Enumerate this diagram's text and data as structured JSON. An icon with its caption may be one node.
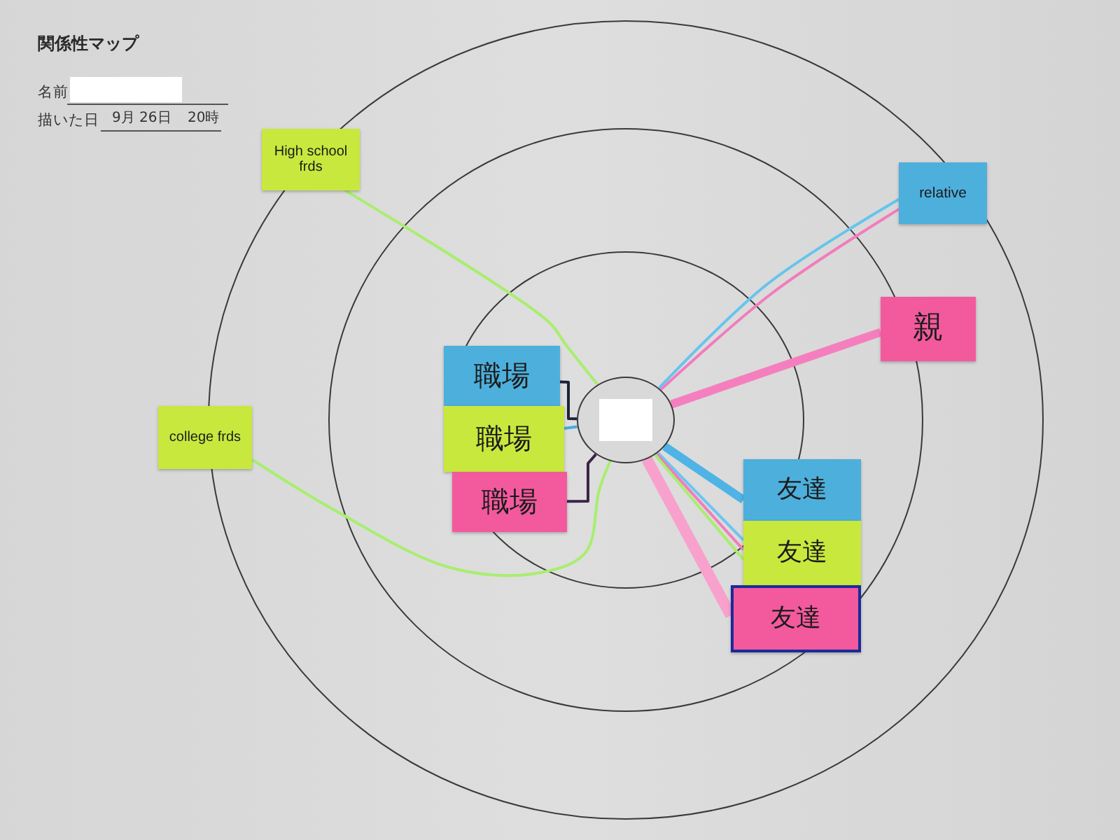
{
  "diagram": {
    "title": "関係性マップ",
    "nodes": [
      {
        "text": [
          "High school frds"
        ]
      },
      {
        "text": [
          "relative"
        ]
      },
      {
        "text": [
          "親"
        ]
      },
      {
        "text": [
          "職場"
        ]
      },
      {
        "text": [],
        "shape": "circle"
      },
      {
        "text": [
          "college frds"
        ]
      },
      {
        "text": [
          "職場"
        ]
      },
      {
        "text": [
          "職場"
        ]
      },
      {
        "text": [
          "友達"
        ]
      },
      {
        "text": [
          "友達"
        ]
      },
      {
        "text": [
          "友達"
        ]
      }
    ],
    "edges": [
      {
        "from": 4,
        "to": 0,
        "arrow": "none",
        "color": "#a8ee6e"
      },
      {
        "from": 4,
        "to": 5,
        "arrow": "none",
        "color": "#a8ee6e"
      },
      {
        "from": 4,
        "to": 1,
        "arrow": "none",
        "color": "#66c4ee"
      },
      {
        "from": 4,
        "to": 1,
        "arrow": "none",
        "color": "#f27cbc"
      },
      {
        "from": 4,
        "to": 2,
        "arrow": "none",
        "style": "thick",
        "color": "#f57fbe"
      },
      {
        "from": 4,
        "to": 3,
        "arrow": "none",
        "color": "#1e2238"
      },
      {
        "from": 4,
        "to": 6,
        "arrow": "none",
        "color": "#4aa8e0"
      },
      {
        "from": 4,
        "to": 7,
        "arrow": "none",
        "color": "#3b2448"
      },
      {
        "from": 4,
        "to": 8,
        "arrow": "none",
        "style": "thick",
        "color": "#4fb3e6"
      },
      {
        "from": 4,
        "to": 9,
        "arrow": "none",
        "color": "#6cc6f0"
      },
      {
        "from": 4,
        "to": 9,
        "arrow": "none",
        "color": "#f27cbc"
      },
      {
        "from": 4,
        "to": 9,
        "arrow": "none",
        "color": "#a8ee6e"
      },
      {
        "from": 4,
        "to": 10,
        "arrow": "none",
        "style": "thick",
        "color": "#f7a1cc"
      }
    ],
    "labels": [
      "名前",
      "描いた日",
      "9月 26日",
      "20時"
    ]
  }
}
